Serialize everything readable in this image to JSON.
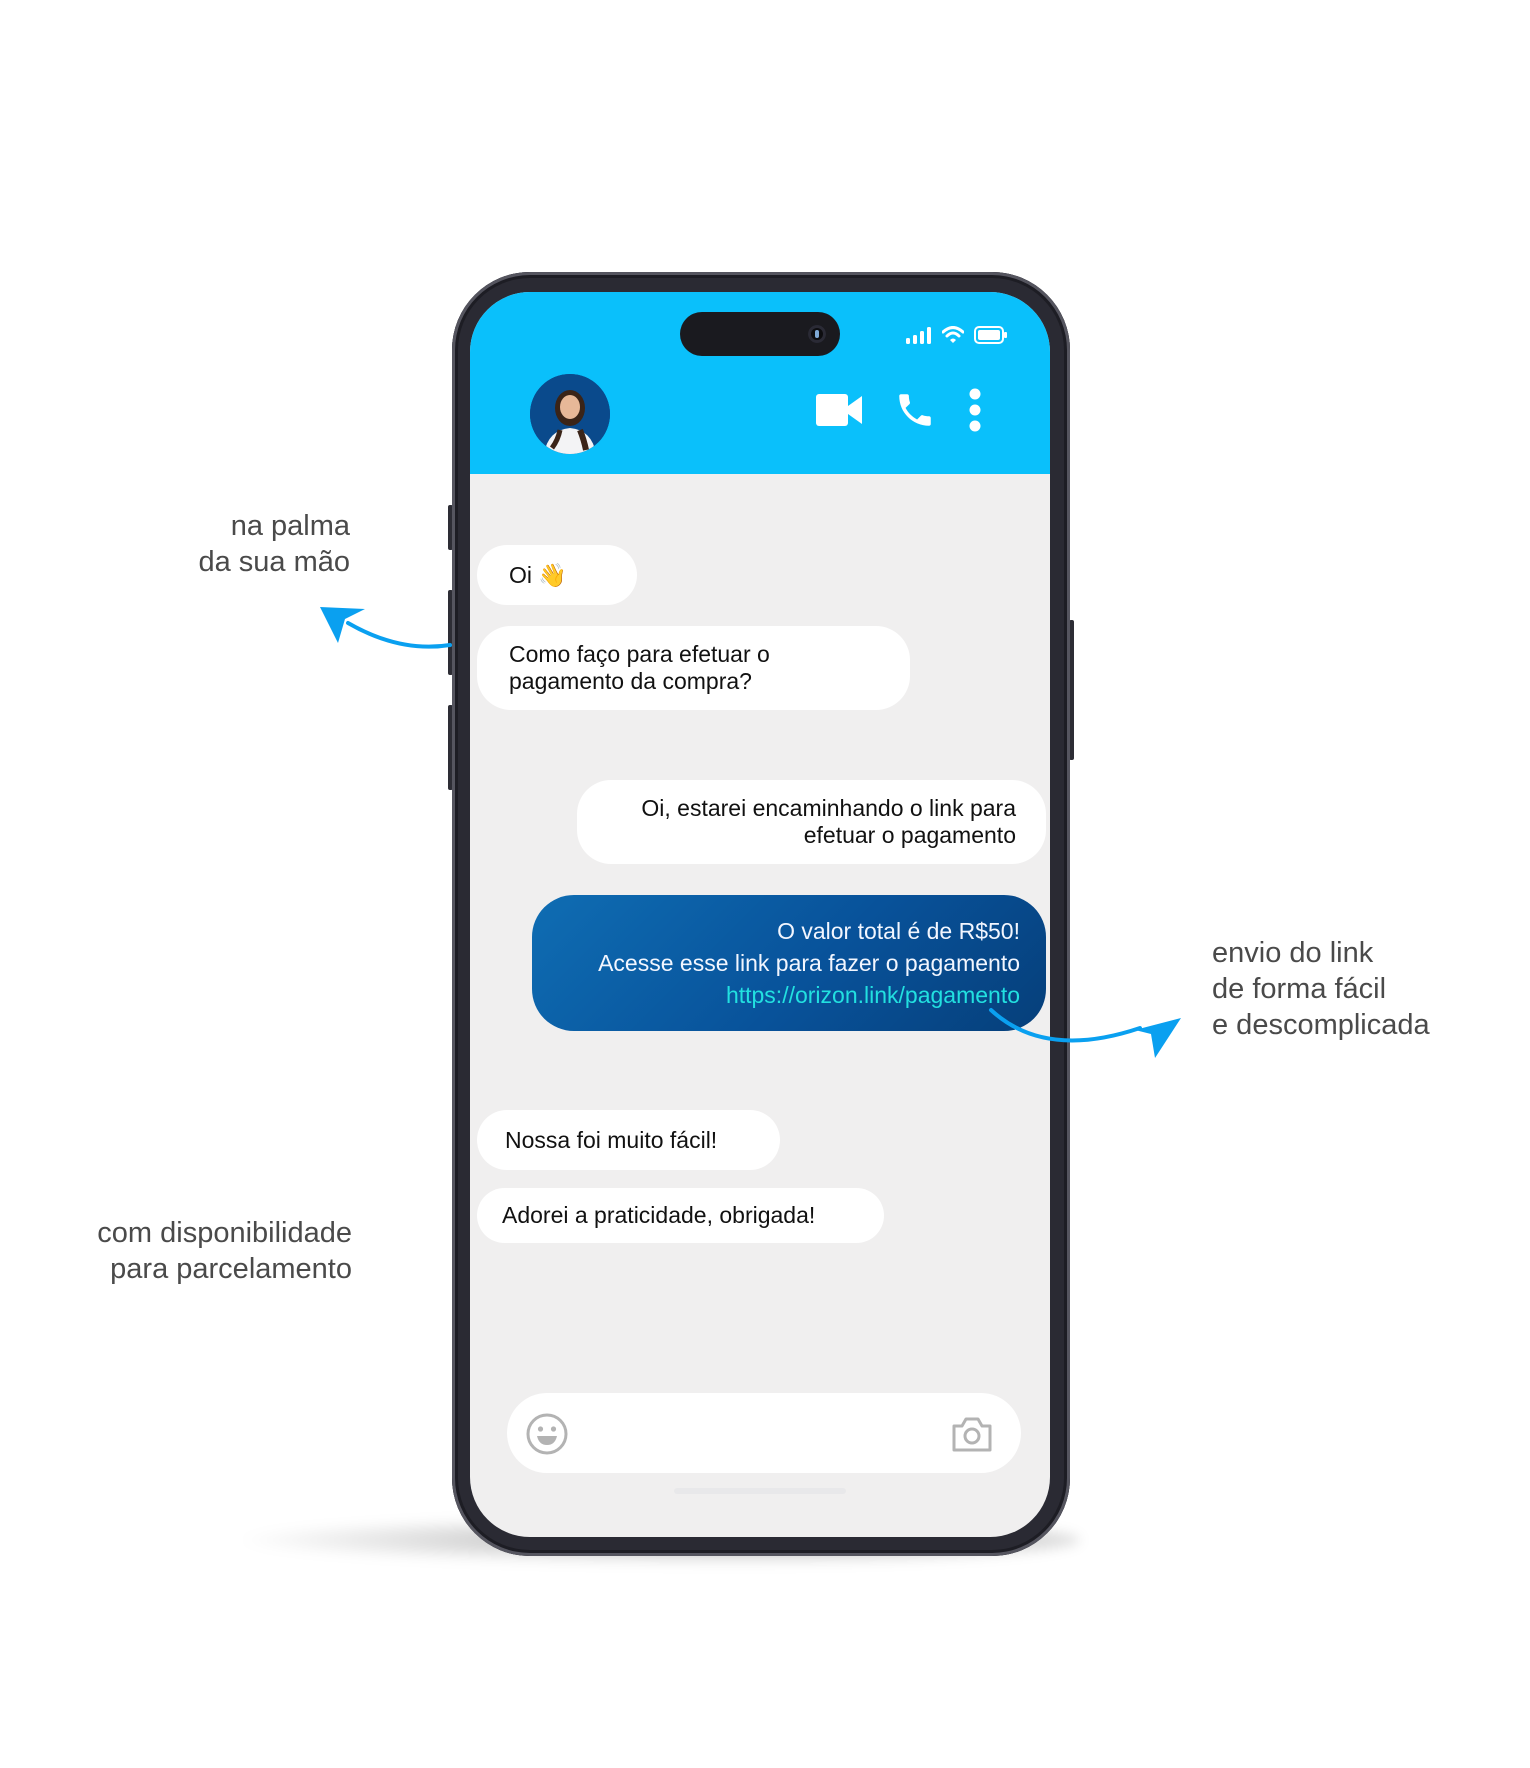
{
  "captions": {
    "left_top": [
      "na palma",
      "da sua mão"
    ],
    "left_bottom": [
      "com disponibilidade",
      "para parcelamento"
    ],
    "right": [
      "envio do link",
      "de forma fácil",
      "e descomplicada"
    ]
  },
  "colors": {
    "header": "#0ac0fb",
    "arrow": "#0aa0f0",
    "chat_background": "#f0efef",
    "blue_bubble": "#08529a",
    "link": "#22e0e0",
    "caption_text": "#4a4a4a"
  },
  "status_bar": {
    "icons": [
      "signal-icon",
      "wifi-icon",
      "battery-icon"
    ]
  },
  "chat_header": {
    "avatar": "agent-avatar",
    "actions": [
      "video-call-icon",
      "phone-call-icon",
      "more-options-icon"
    ]
  },
  "messages": [
    {
      "side": "left",
      "lines": [
        "Oi 👋"
      ]
    },
    {
      "side": "left",
      "lines": [
        "Como faço para efetuar o",
        "pagamento da compra?"
      ]
    },
    {
      "side": "right",
      "lines": [
        "Oi, estarei encaminhando o link para",
        "efetuar  o pagamento"
      ]
    },
    {
      "side": "right",
      "style": "blue",
      "lines": [
        "O valor total é de  R$50!",
        "Acesse esse link para fazer o pagamento"
      ],
      "link": "https://orizon.link/pagamento"
    },
    {
      "side": "left",
      "lines": [
        "Nossa foi muito fácil!"
      ]
    },
    {
      "side": "left",
      "lines": [
        "Adorei a praticidade, obrigada!"
      ]
    }
  ],
  "composer": {
    "placeholder": "",
    "left_icon": "emoji-icon",
    "right_icon": "camera-icon"
  }
}
